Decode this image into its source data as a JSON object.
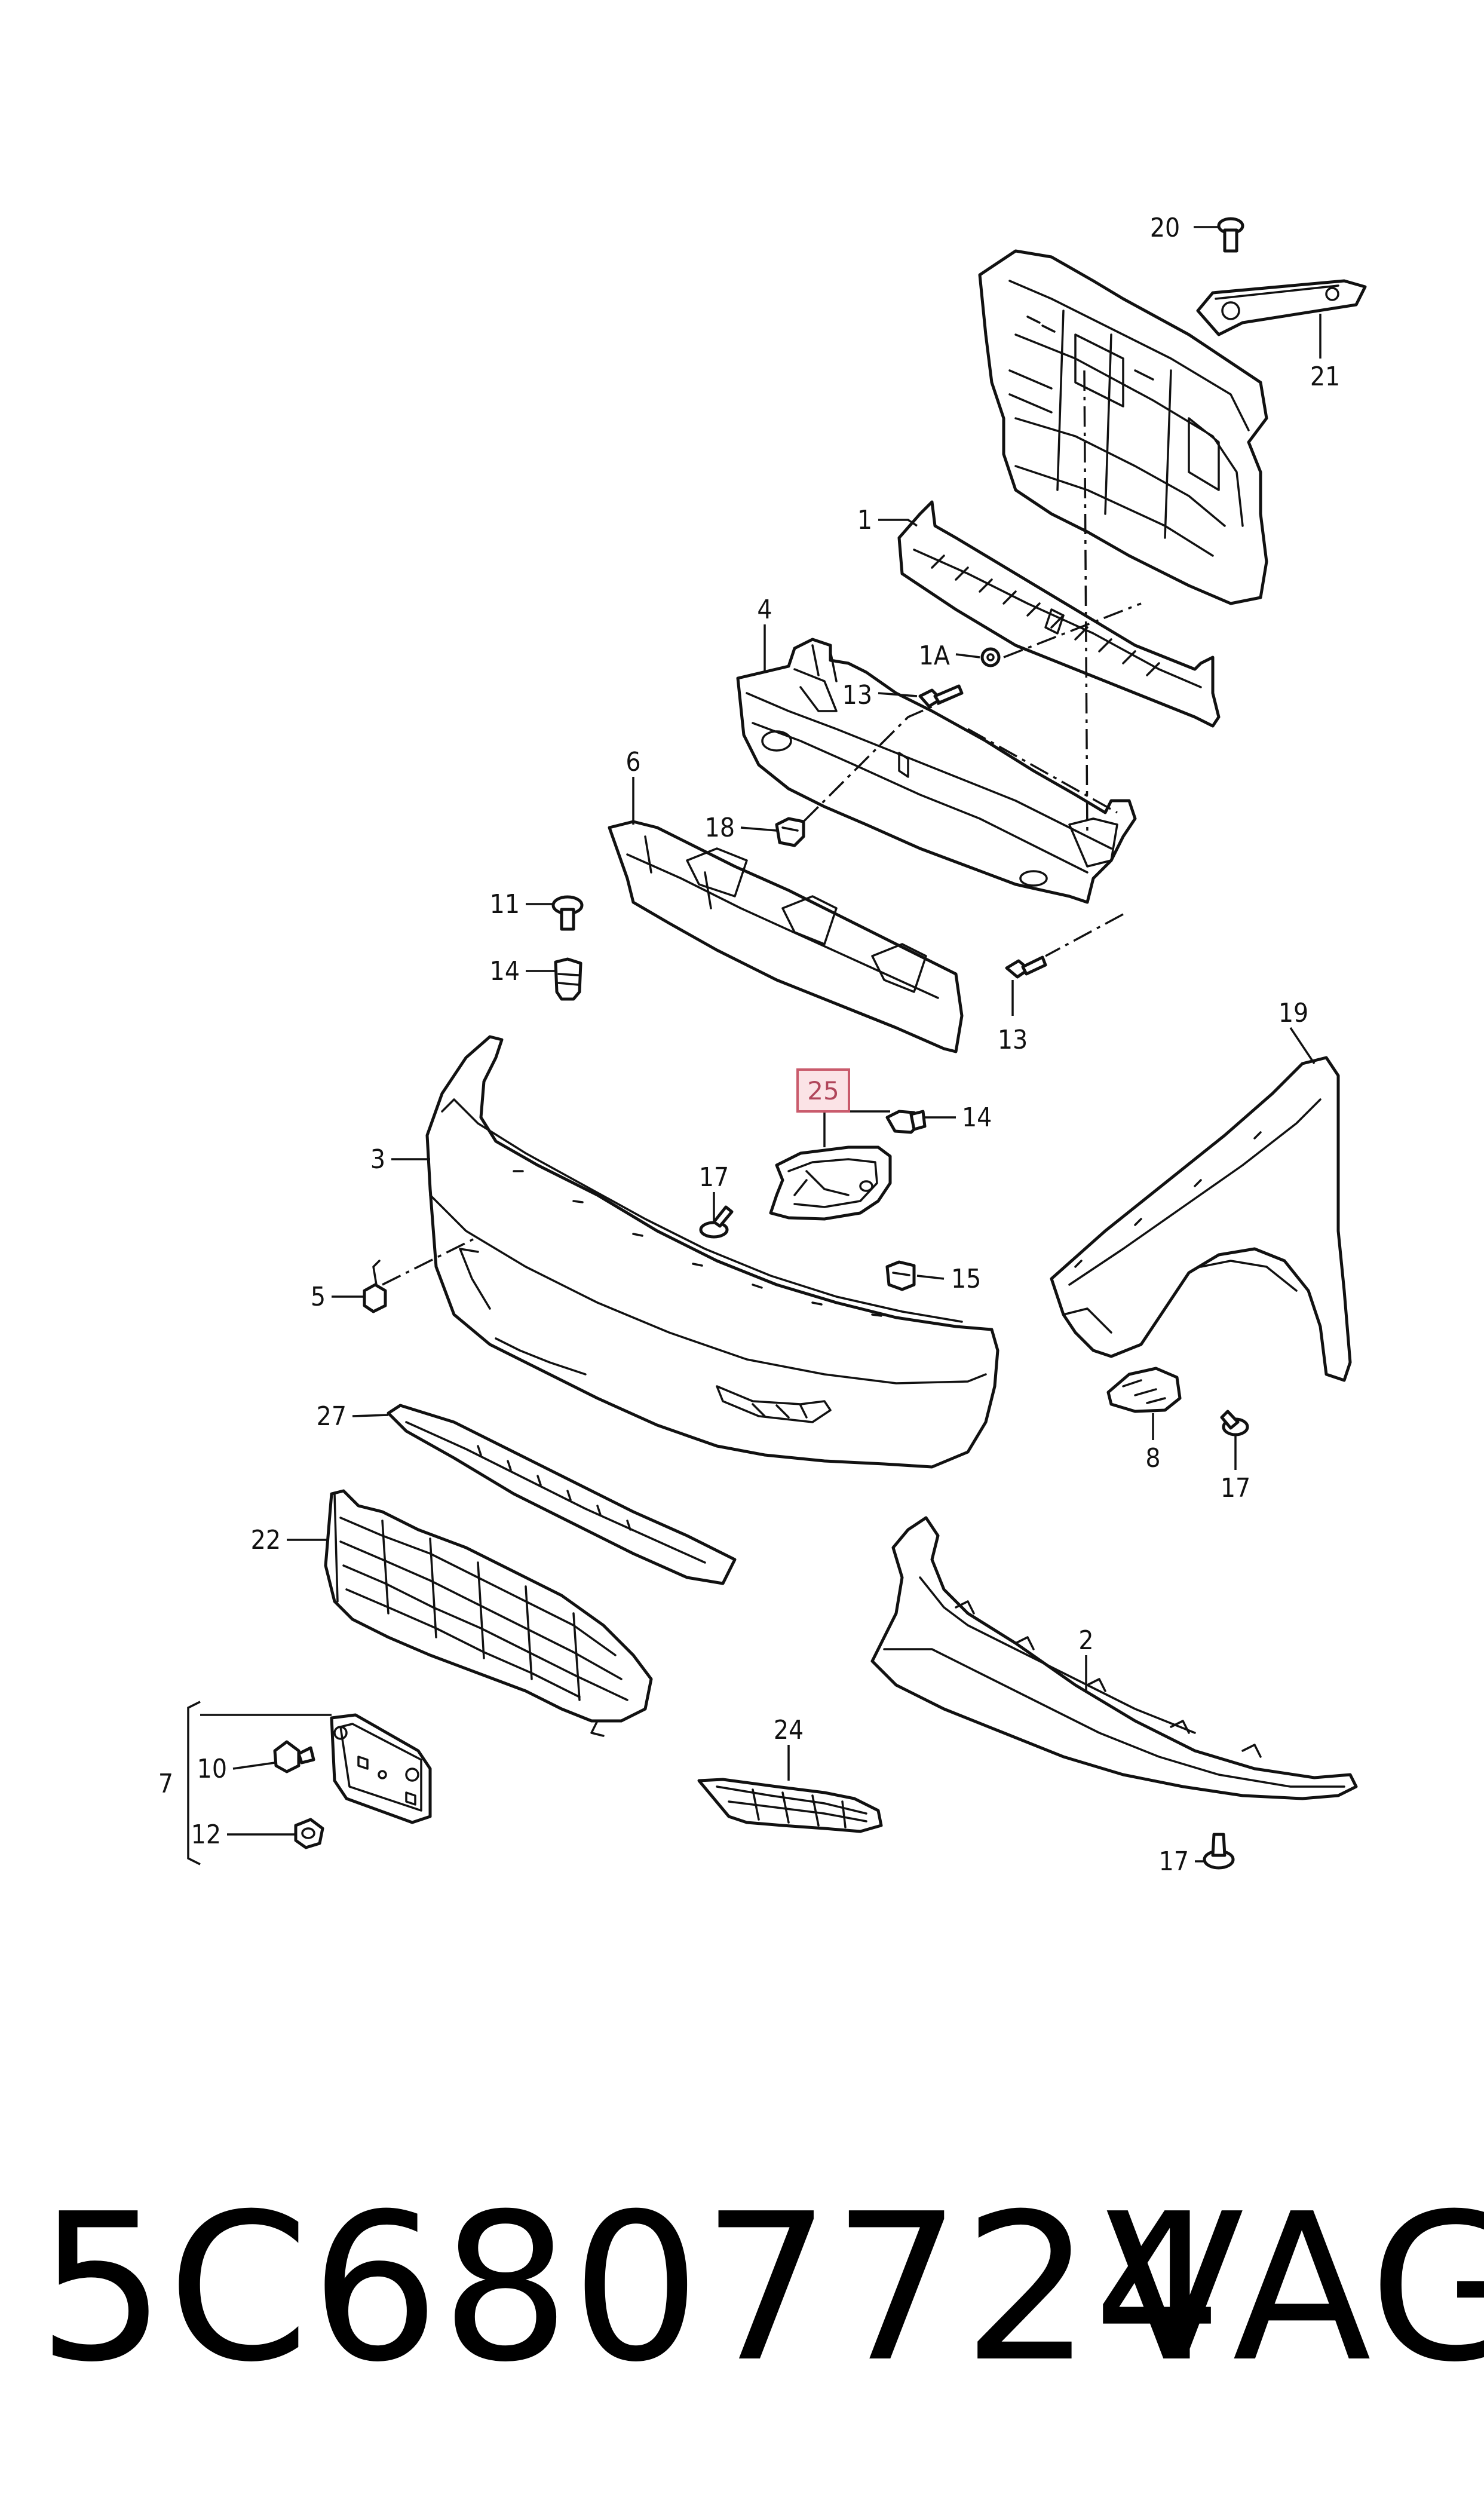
{
  "diagram": {
    "callouts": [
      {
        "id": "c20",
        "label": "20"
      },
      {
        "id": "c21",
        "label": "21"
      },
      {
        "id": "c1",
        "label": "1"
      },
      {
        "id": "c1a",
        "label": "1A"
      },
      {
        "id": "c4",
        "label": "4"
      },
      {
        "id": "c13a",
        "label": "13"
      },
      {
        "id": "c6",
        "label": "6"
      },
      {
        "id": "c18",
        "label": "18"
      },
      {
        "id": "c11",
        "label": "11"
      },
      {
        "id": "c14a",
        "label": "14"
      },
      {
        "id": "c13b",
        "label": "13"
      },
      {
        "id": "c19",
        "label": "19"
      },
      {
        "id": "c3",
        "label": "3"
      },
      {
        "id": "c14b",
        "label": "14"
      },
      {
        "id": "c17a",
        "label": "17"
      },
      {
        "id": "c5",
        "label": "5"
      },
      {
        "id": "c15",
        "label": "15"
      },
      {
        "id": "c27",
        "label": "27"
      },
      {
        "id": "c8",
        "label": "8"
      },
      {
        "id": "c17b",
        "label": "17"
      },
      {
        "id": "c22",
        "label": "22"
      },
      {
        "id": "c2",
        "label": "2"
      },
      {
        "id": "c24",
        "label": "24"
      },
      {
        "id": "c7",
        "label": "7"
      },
      {
        "id": "c10",
        "label": "10"
      },
      {
        "id": "c12",
        "label": "12"
      },
      {
        "id": "c17c",
        "label": "17"
      }
    ],
    "highlighted": {
      "label": "25",
      "color": "#c95b6c"
    }
  },
  "footer": {
    "part_number": "5C6807724",
    "brand": "VAG"
  }
}
